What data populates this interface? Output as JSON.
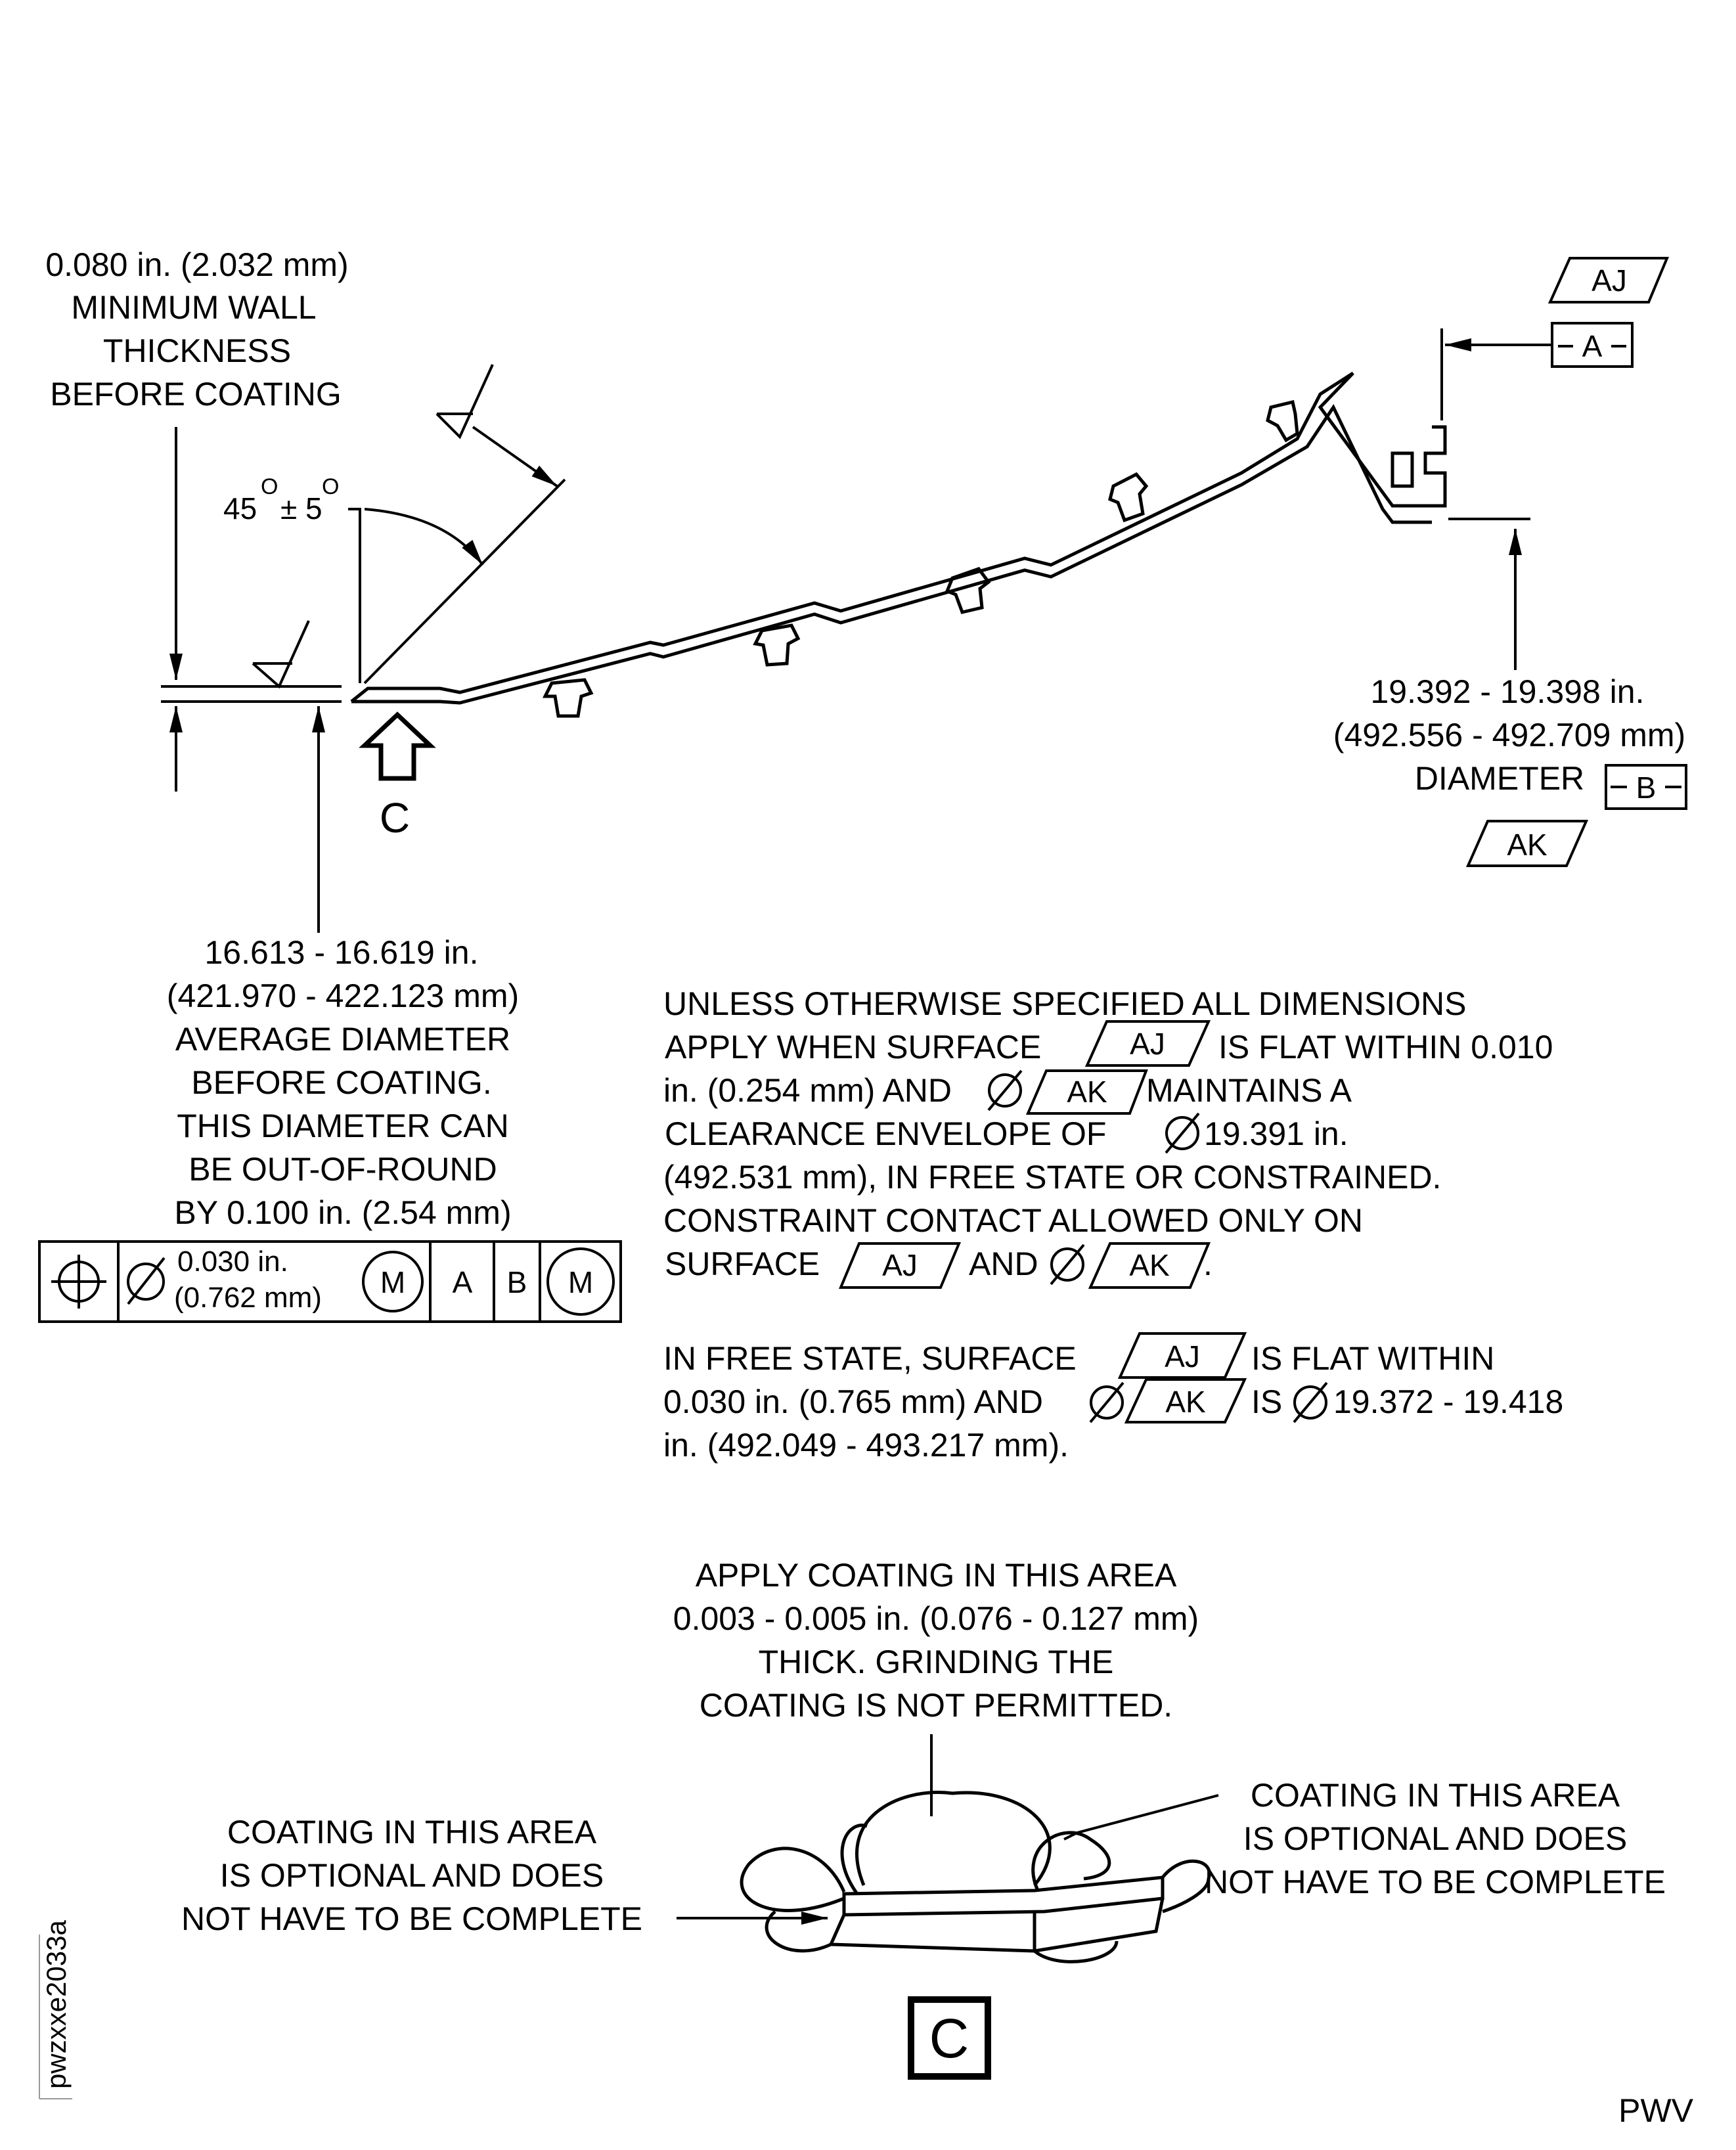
{
  "wall_note": [
    "0.080 in. (2.032 mm)",
    "MINIMUM WALL",
    "THICKNESS",
    "BEFORE COATING"
  ],
  "angle": {
    "base": "45",
    "tol": "± 5",
    "deg": "O"
  },
  "view_marker": "C",
  "datum_aj": "AJ",
  "datum_a": "A",
  "datum_b": "B",
  "datum_ak": "AK",
  "right_dim": [
    "19.392 - 19.398 in.",
    "(492.556 - 492.709 mm)",
    "DIAMETER"
  ],
  "avg_note": [
    "16.613 - 16.619 in.",
    "(421.970 - 422.123 mm)",
    "AVERAGE DIAMETER",
    "BEFORE COATING.",
    "THIS DIAMETER CAN",
    "BE OUT-OF-ROUND",
    "BY 0.100 in. (2.54 mm)"
  ],
  "fcf": {
    "tol1": "0.030 in.",
    "tol2": "(0.762 mm)",
    "mod": "M",
    "ref_a": "A",
    "ref_b": "B",
    "ref_mod": "M"
  },
  "unless_note": {
    "l1": "UNLESS OTHERWISE SPECIFIED ALL DIMENSIONS",
    "l2a": "APPLY WHEN SURFACE",
    "l2b": "IS FLAT WITHIN 0.010",
    "l3a": "in. (0.254 mm) AND",
    "l3b": "MAINTAINS A",
    "l4a": "CLEARANCE ENVELOPE OF",
    "l4b": "19.391 in.",
    "l5": "(492.531 mm), IN FREE STATE OR CONSTRAINED.",
    "l6": "CONSTRAINT CONTACT ALLOWED ONLY ON",
    "l7a": "SURFACE",
    "l7b": "AND",
    "l7c": "."
  },
  "free_note": {
    "l1a": "IN FREE STATE, SURFACE",
    "l1b": "IS FLAT WITHIN",
    "l2a": "0.030 in. (0.765 mm) AND",
    "l2b": "IS",
    "l2c": "19.372 - 19.418",
    "l3": "in. (492.049 - 493.217 mm)."
  },
  "coating_note": [
    "APPLY COATING IN THIS AREA",
    "0.003 - 0.005 in. (0.076 - 0.127 mm)",
    "THICK. GRINDING THE",
    "COATING IS NOT PERMITTED."
  ],
  "optional_left": [
    "COATING IN THIS AREA",
    "IS OPTIONAL AND DOES",
    "NOT HAVE TO BE COMPLETE"
  ],
  "optional_right": [
    "COATING IN THIS AREA",
    "IS OPTIONAL AND DOES",
    "NOT HAVE TO BE COMPLETE"
  ],
  "view_label": "C",
  "figure_id": "pwzxxe2033a",
  "corner_tag": "PWV"
}
